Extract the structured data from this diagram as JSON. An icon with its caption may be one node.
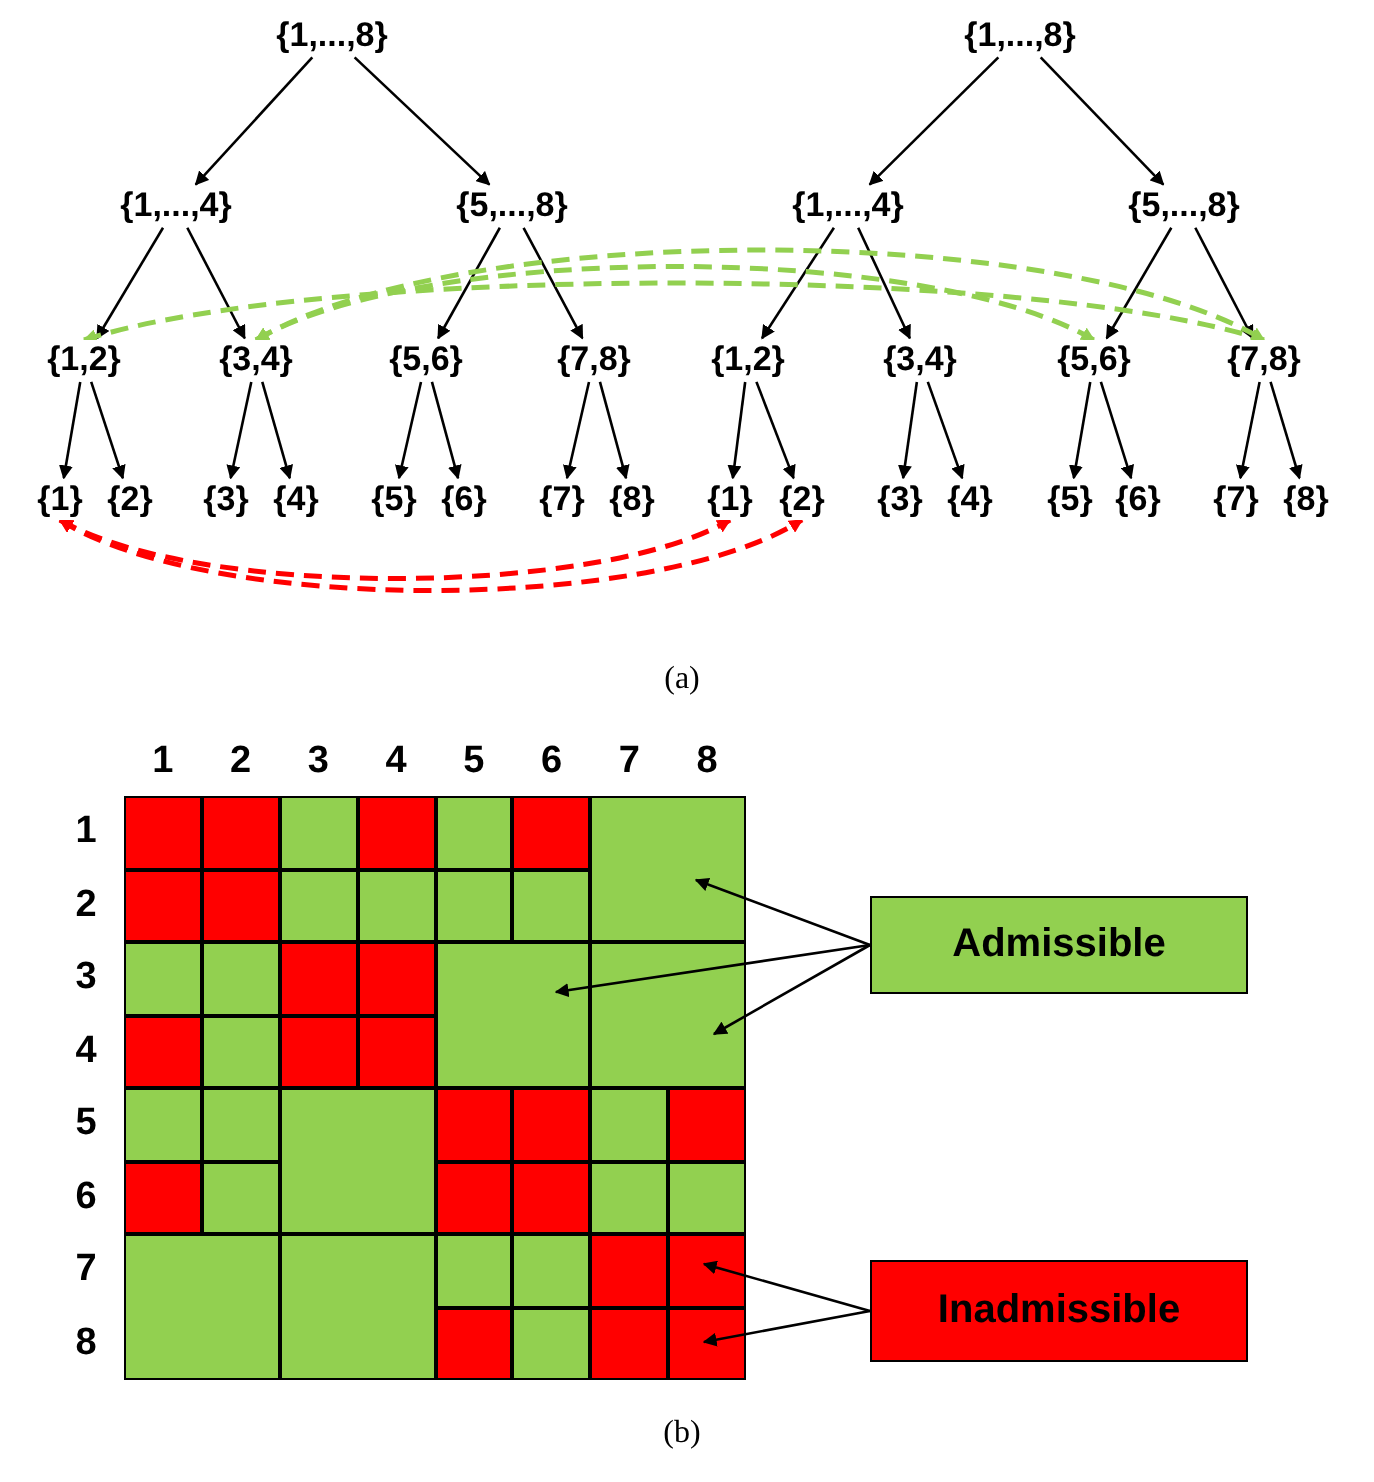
{
  "diagram": {
    "nodes": [
      {
        "text": [
          "{1,...,8}"
        ]
      },
      {
        "text": [
          "{1,...,8}"
        ]
      },
      {
        "text": [
          "{1,...,4}"
        ]
      },
      {
        "text": [
          "{5,...,8}"
        ]
      },
      {
        "text": [
          "{1,...,4}"
        ]
      },
      {
        "text": [
          "{5,...,8}"
        ]
      },
      {
        "text": [
          "{1,2}"
        ]
      },
      {
        "text": [
          "{3,4}"
        ]
      },
      {
        "text": [
          "{5,6}"
        ]
      },
      {
        "text": [
          "{7,8}"
        ]
      },
      {
        "text": [
          "{1,2}"
        ]
      },
      {
        "text": [
          "{3,4}"
        ]
      },
      {
        "text": [
          "{5,6}"
        ]
      },
      {
        "text": [
          "{7,8}"
        ]
      },
      {
        "text": [
          "{1}"
        ]
      },
      {
        "text": [
          "{2}"
        ]
      },
      {
        "text": [
          "{3}"
        ]
      },
      {
        "text": [
          "{4}"
        ]
      },
      {
        "text": [
          "{5}"
        ]
      },
      {
        "text": [
          "{6}"
        ]
      },
      {
        "text": [
          "{7}"
        ]
      },
      {
        "text": [
          "{8}"
        ]
      },
      {
        "text": [
          "{1}"
        ]
      },
      {
        "text": [
          "{2}"
        ]
      },
      {
        "text": [
          "{3}"
        ]
      },
      {
        "text": [
          "{4}"
        ]
      },
      {
        "text": [
          "{5}"
        ]
      },
      {
        "text": [
          "{6}"
        ]
      },
      {
        "text": [
          "{7}"
        ]
      },
      {
        "text": [
          "{8}"
        ]
      },
      {
        "text": [],
        "shape": "box"
      },
      {
        "text": [],
        "shape": "box"
      },
      {
        "text": [],
        "shape": "box"
      },
      {
        "text": [],
        "shape": "box"
      },
      {
        "text": [],
        "shape": "box"
      },
      {
        "text": [
          "Admissible"
        ]
      },
      {
        "text": [
          "Inadmissible"
        ]
      }
    ],
    "edges": [
      {
        "from": 0,
        "to": 2,
        "arrow": "to"
      },
      {
        "from": 0,
        "to": 3,
        "arrow": "to"
      },
      {
        "from": 1,
        "to": 4,
        "arrow": "to"
      },
      {
        "from": 1,
        "to": 5,
        "arrow": "to"
      },
      {
        "from": 2,
        "to": 6,
        "arrow": "to"
      },
      {
        "from": 2,
        "to": 7,
        "arrow": "to"
      },
      {
        "from": 3,
        "to": 8,
        "arrow": "to"
      },
      {
        "from": 3,
        "to": 9,
        "arrow": "to"
      },
      {
        "from": 4,
        "to": 10,
        "arrow": "to"
      },
      {
        "from": 4,
        "to": 11,
        "arrow": "to"
      },
      {
        "from": 5,
        "to": 12,
        "arrow": "to"
      },
      {
        "from": 5,
        "to": 13,
        "arrow": "to"
      },
      {
        "from": 6,
        "to": 14,
        "arrow": "to"
      },
      {
        "from": 6,
        "to": 15,
        "arrow": "to"
      },
      {
        "from": 7,
        "to": 16,
        "arrow": "to"
      },
      {
        "from": 7,
        "to": 17,
        "arrow": "to"
      },
      {
        "from": 8,
        "to": 18,
        "arrow": "to"
      },
      {
        "from": 8,
        "to": 19,
        "arrow": "to"
      },
      {
        "from": 9,
        "to": 20,
        "arrow": "to"
      },
      {
        "from": 9,
        "to": 21,
        "arrow": "to"
      },
      {
        "from": 10,
        "to": 22,
        "arrow": "to"
      },
      {
        "from": 10,
        "to": 23,
        "arrow": "to"
      },
      {
        "from": 11,
        "to": 24,
        "arrow": "to"
      },
      {
        "from": 11,
        "to": 25,
        "arrow": "to"
      },
      {
        "from": 12,
        "to": 26,
        "arrow": "to"
      },
      {
        "from": 12,
        "to": 27,
        "arrow": "to"
      },
      {
        "from": 13,
        "to": 28,
        "arrow": "to"
      },
      {
        "from": 13,
        "to": 29,
        "arrow": "to"
      },
      {
        "from": 6,
        "to": 13,
        "arrow": "both",
        "style": "dashed",
        "color": "#92d050"
      },
      {
        "from": 7,
        "to": 12,
        "arrow": "both",
        "style": "dashed",
        "color": "#92d050"
      },
      {
        "from": 7,
        "to": 13,
        "arrow": "both",
        "style": "dashed",
        "color": "#92d050"
      },
      {
        "from": 14,
        "to": 22,
        "arrow": "both",
        "style": "dashed",
        "color": "#ff0000"
      },
      {
        "from": 14,
        "to": 23,
        "arrow": "both",
        "style": "dashed",
        "color": "#ff0000"
      },
      {
        "from": 35,
        "to": 30,
        "arrow": "to"
      },
      {
        "from": 35,
        "to": 31,
        "arrow": "to"
      },
      {
        "from": 35,
        "to": 32,
        "arrow": "to"
      },
      {
        "from": 36,
        "to": 33,
        "arrow": "to"
      },
      {
        "from": 36,
        "to": 34,
        "arrow": "to"
      }
    ],
    "labels": [
      "(a)",
      "1",
      "2",
      "3",
      "4",
      "5",
      "6",
      "7",
      "8",
      "1",
      "2",
      "3",
      "4",
      "5",
      "6",
      "7",
      "8",
      "(b)"
    ]
  }
}
